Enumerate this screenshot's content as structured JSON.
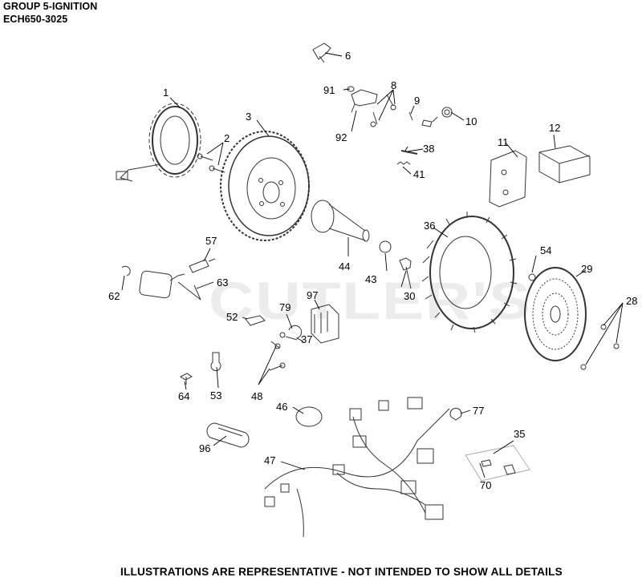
{
  "header": {
    "group": "GROUP 5-IGNITION",
    "model": "ECH650-3025"
  },
  "footer": "ILLUSTRATIONS ARE REPRESENTATIVE - NOT INTENDED TO SHOW ALL DETAILS",
  "watermark": "CUTLER'S",
  "callouts": [
    {
      "id": "c1",
      "label": "1"
    },
    {
      "id": "c2",
      "label": "2"
    },
    {
      "id": "c3",
      "label": "3"
    },
    {
      "id": "c6",
      "label": "6"
    },
    {
      "id": "c8",
      "label": "8"
    },
    {
      "id": "c9",
      "label": "9"
    },
    {
      "id": "c10",
      "label": "10"
    },
    {
      "id": "c11",
      "label": "11"
    },
    {
      "id": "c12",
      "label": "12"
    },
    {
      "id": "c28",
      "label": "28"
    },
    {
      "id": "c29",
      "label": "29"
    },
    {
      "id": "c30",
      "label": "30"
    },
    {
      "id": "c35",
      "label": "35"
    },
    {
      "id": "c36",
      "label": "36"
    },
    {
      "id": "c37",
      "label": "37"
    },
    {
      "id": "c38",
      "label": "38"
    },
    {
      "id": "c41",
      "label": "41"
    },
    {
      "id": "c43",
      "label": "43"
    },
    {
      "id": "c44",
      "label": "44"
    },
    {
      "id": "c46",
      "label": "46"
    },
    {
      "id": "c47",
      "label": "47"
    },
    {
      "id": "c48",
      "label": "48"
    },
    {
      "id": "c52",
      "label": "52"
    },
    {
      "id": "c53",
      "label": "53"
    },
    {
      "id": "c54",
      "label": "54"
    },
    {
      "id": "c57",
      "label": "57"
    },
    {
      "id": "c62",
      "label": "62"
    },
    {
      "id": "c63",
      "label": "63"
    },
    {
      "id": "c64",
      "label": "64"
    },
    {
      "id": "c70",
      "label": "70"
    },
    {
      "id": "c77",
      "label": "77"
    },
    {
      "id": "c79",
      "label": "79"
    },
    {
      "id": "c91",
      "label": "91"
    },
    {
      "id": "c92",
      "label": "92"
    },
    {
      "id": "c96",
      "label": "96"
    },
    {
      "id": "c97",
      "label": "97"
    }
  ]
}
